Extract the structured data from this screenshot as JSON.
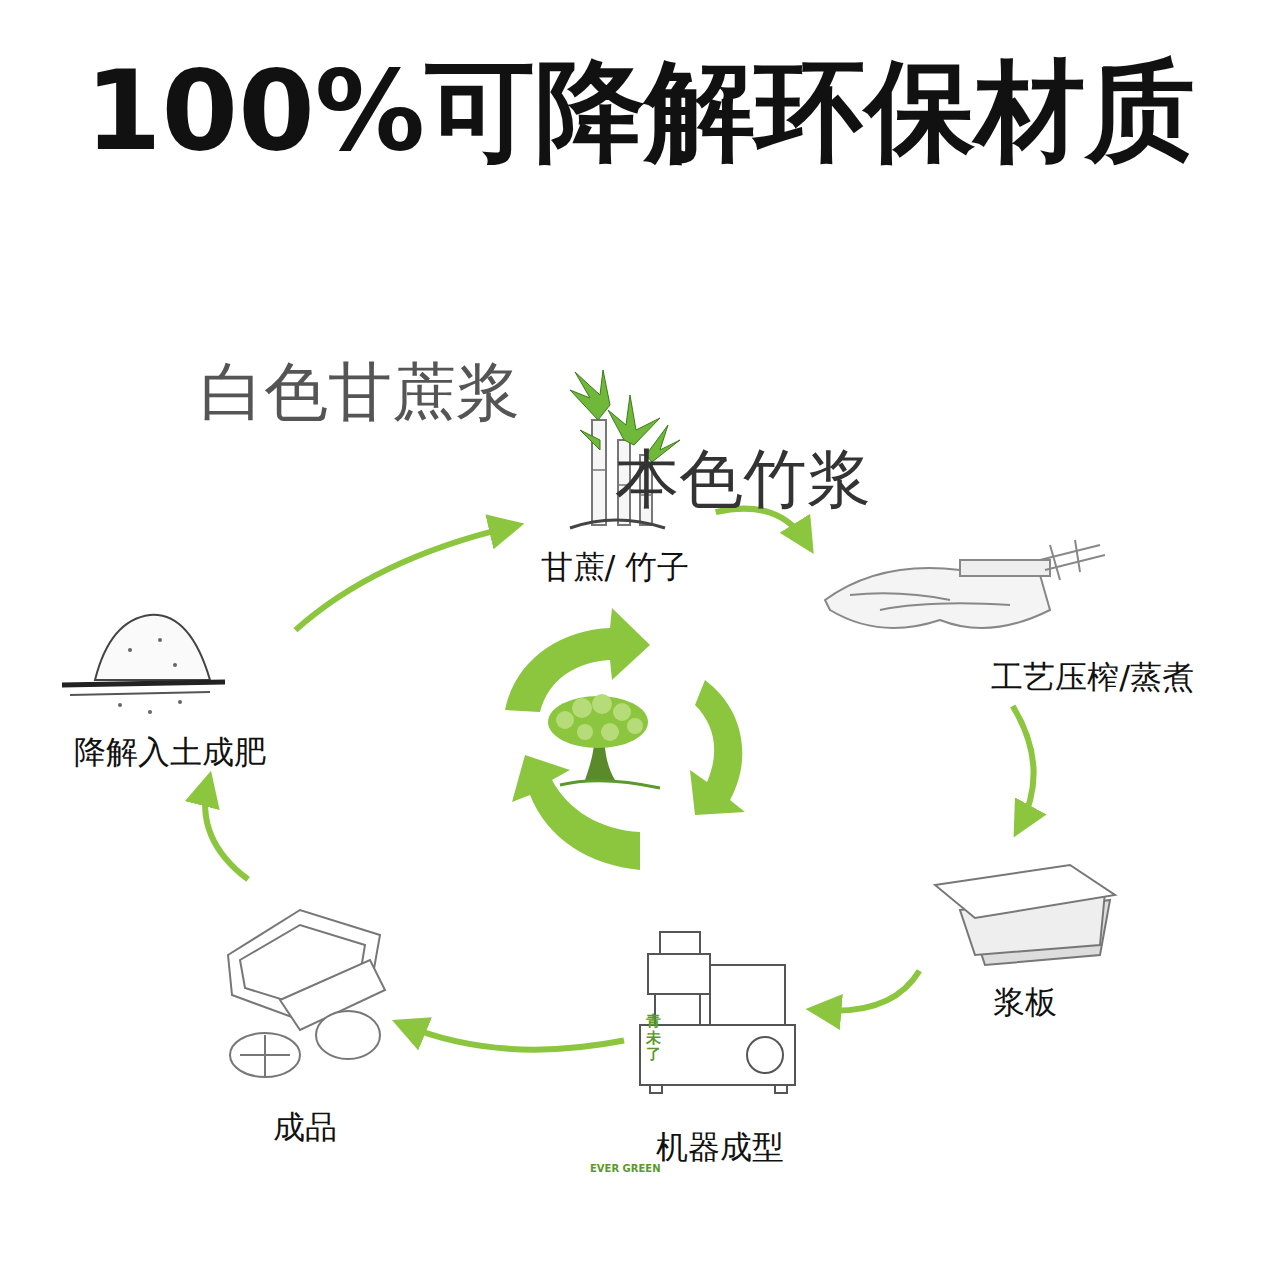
{
  "diagram": {
    "title": "100%可降解环保材质",
    "nodes": [
      {
        "text": [
          "甘蔗/ 竹子"
        ]
      },
      {
        "text": [
          "工艺压榨/蒸煮"
        ]
      },
      {
        "text": [
          "浆板"
        ]
      },
      {
        "text": [
          "机器成型"
        ]
      },
      {
        "text": [
          "成品"
        ]
      },
      {
        "text": [
          "降解入土成肥"
        ]
      }
    ],
    "edges": [
      {
        "from": 0,
        "to": 1,
        "arrow": "to"
      },
      {
        "from": 1,
        "to": 2,
        "arrow": "to"
      },
      {
        "from": 2,
        "to": 3,
        "arrow": "to"
      },
      {
        "from": 3,
        "to": 4,
        "arrow": "to"
      },
      {
        "from": 4,
        "to": 5,
        "arrow": "to"
      },
      {
        "from": 5,
        "to": 0,
        "arrow": "to"
      }
    ],
    "labels": [
      "白色甘蔗浆",
      "本色竹浆",
      "青未了",
      "EVER GREEN"
    ]
  }
}
